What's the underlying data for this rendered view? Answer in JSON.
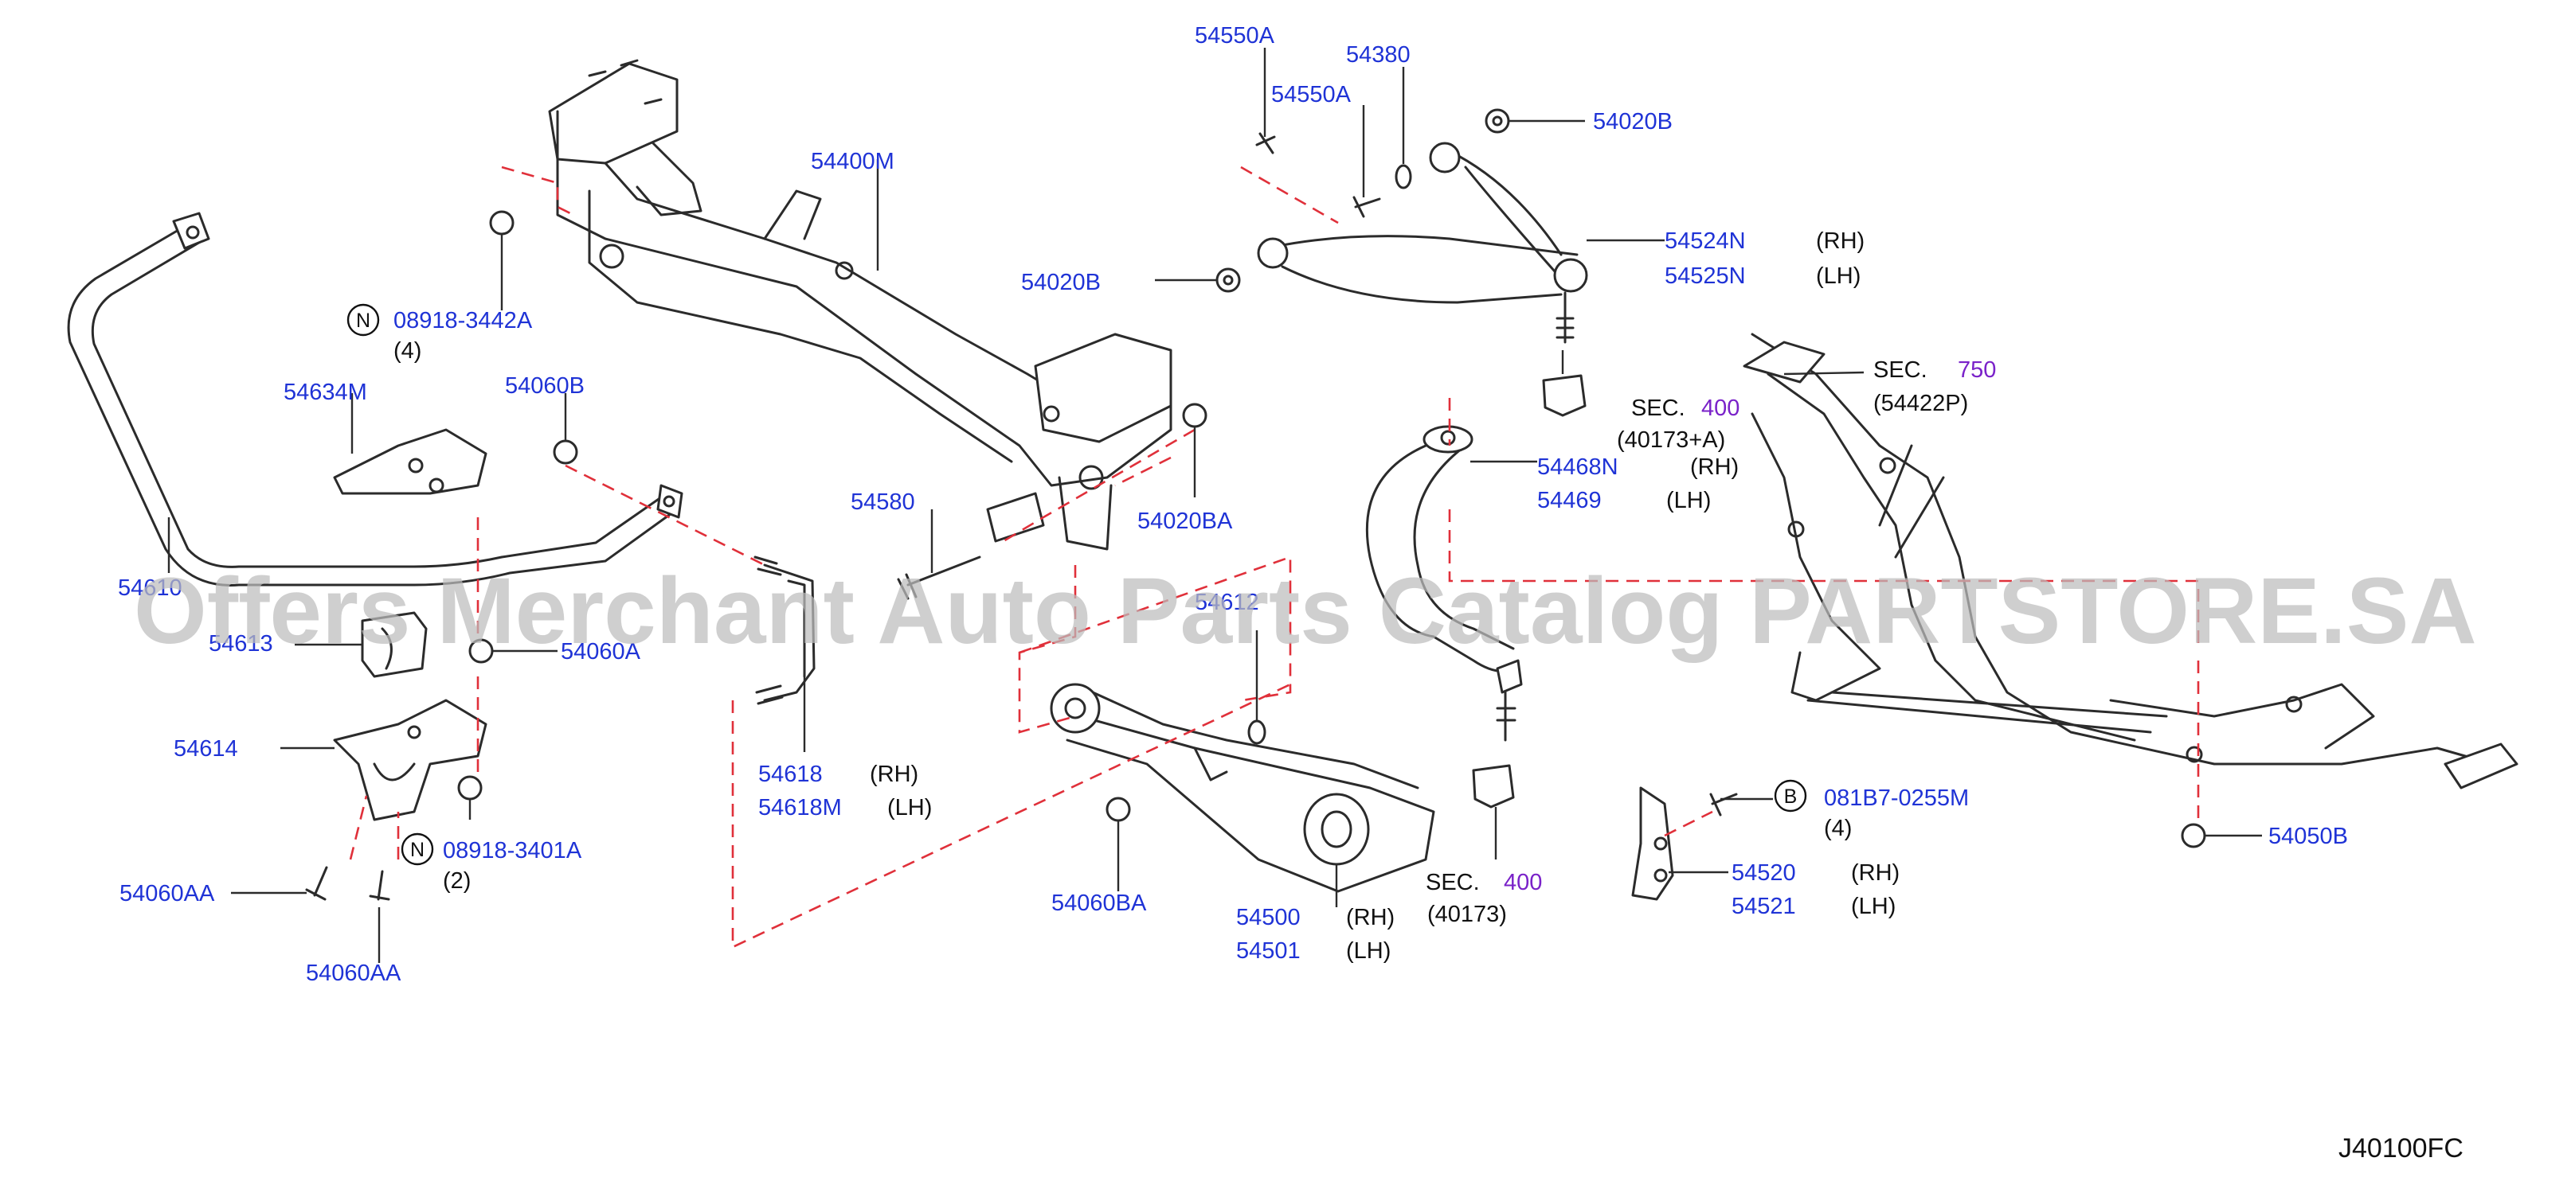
{
  "labels": {
    "p54550A_1": "54550A",
    "p54550A_2": "54550A",
    "p54380": "54380",
    "p54020B_1": "54020B",
    "p54400M": "54400M",
    "p54524N": "54524N",
    "p54525N": "54525N",
    "p54020B_2": "54020B",
    "p08918_3442A": "08918-3442A",
    "p54634M": "54634M",
    "p54060B": "54060B",
    "p54580": "54580",
    "p54020BA": "54020BA",
    "p54468N": "54468N",
    "p54469": "54469",
    "p54610": "54610",
    "p54613": "54613",
    "p54060A": "54060A",
    "p54612": "54612",
    "p54614": "54614",
    "p54618": "54618",
    "p54618M": "54618M",
    "p08918_3401A": "08918-3401A",
    "p54060AA_1": "54060AA",
    "p54060AA_2": "54060AA",
    "p54060BA": "54060BA",
    "p54500": "54500",
    "p54501": "54501",
    "p081B7_0255M": "081B7-0255M",
    "p54520": "54520",
    "p54521": "54521",
    "p54050B": "54050B"
  },
  "side": {
    "rh": "(RH)",
    "lh": "(LH)"
  },
  "qty": {
    "q4a": "(4)",
    "q2": "(2)",
    "q4b": "(4)"
  },
  "sections": {
    "sec": "SEC.",
    "sec400": "400",
    "sec750": "750",
    "ref_40173A": "(40173+A)",
    "ref_40173": "(40173)",
    "ref_54422P": "(54422P)"
  },
  "callouts": {
    "n": "N",
    "b": "B"
  },
  "watermark": "Offers Merchant Auto Parts Catalog PARTSTORE.SA",
  "diagram_code": "J40100FC",
  "colors": {
    "part_number": "#1f33d6",
    "section_number": "#7a22c9",
    "dashed_leader": "#e0303a",
    "outline": "#2b2b2b"
  }
}
